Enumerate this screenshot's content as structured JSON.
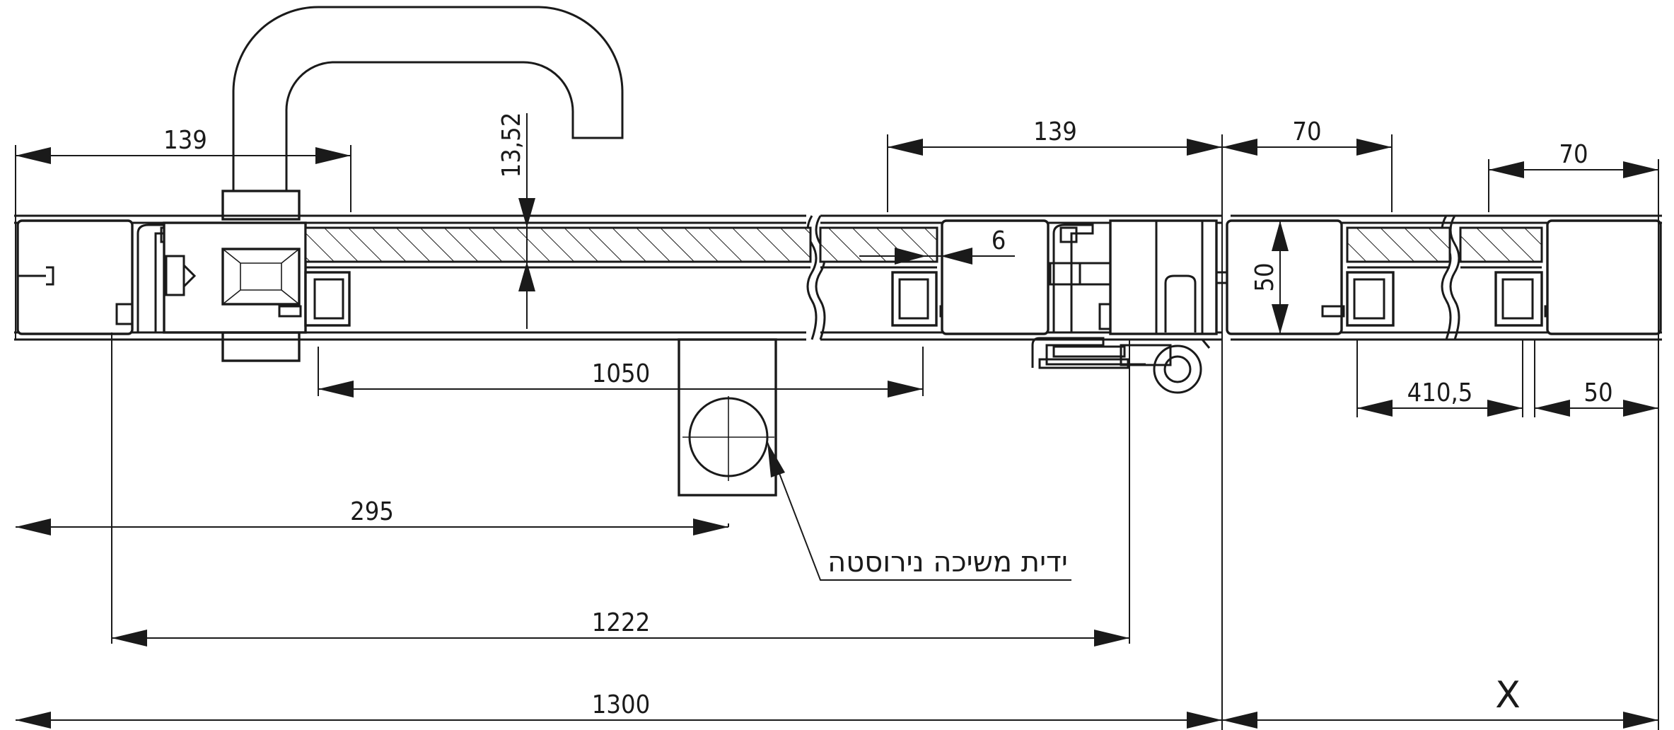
{
  "dimensions": {
    "top_left_139": "139",
    "glass_13_52": "13,52",
    "top_mid_139": "139",
    "top_70_a": "70",
    "top_70_b": "70",
    "gap_6": "6",
    "height_50": "50",
    "span_1050": "1050",
    "span_410_5": "410,5",
    "bottom_50": "50",
    "span_295": "295",
    "span_1222": "1222",
    "total_1300": "1300",
    "variable_x": "X"
  },
  "callouts": {
    "pull_handle_label": "ידית משיכה נירוסטה"
  }
}
